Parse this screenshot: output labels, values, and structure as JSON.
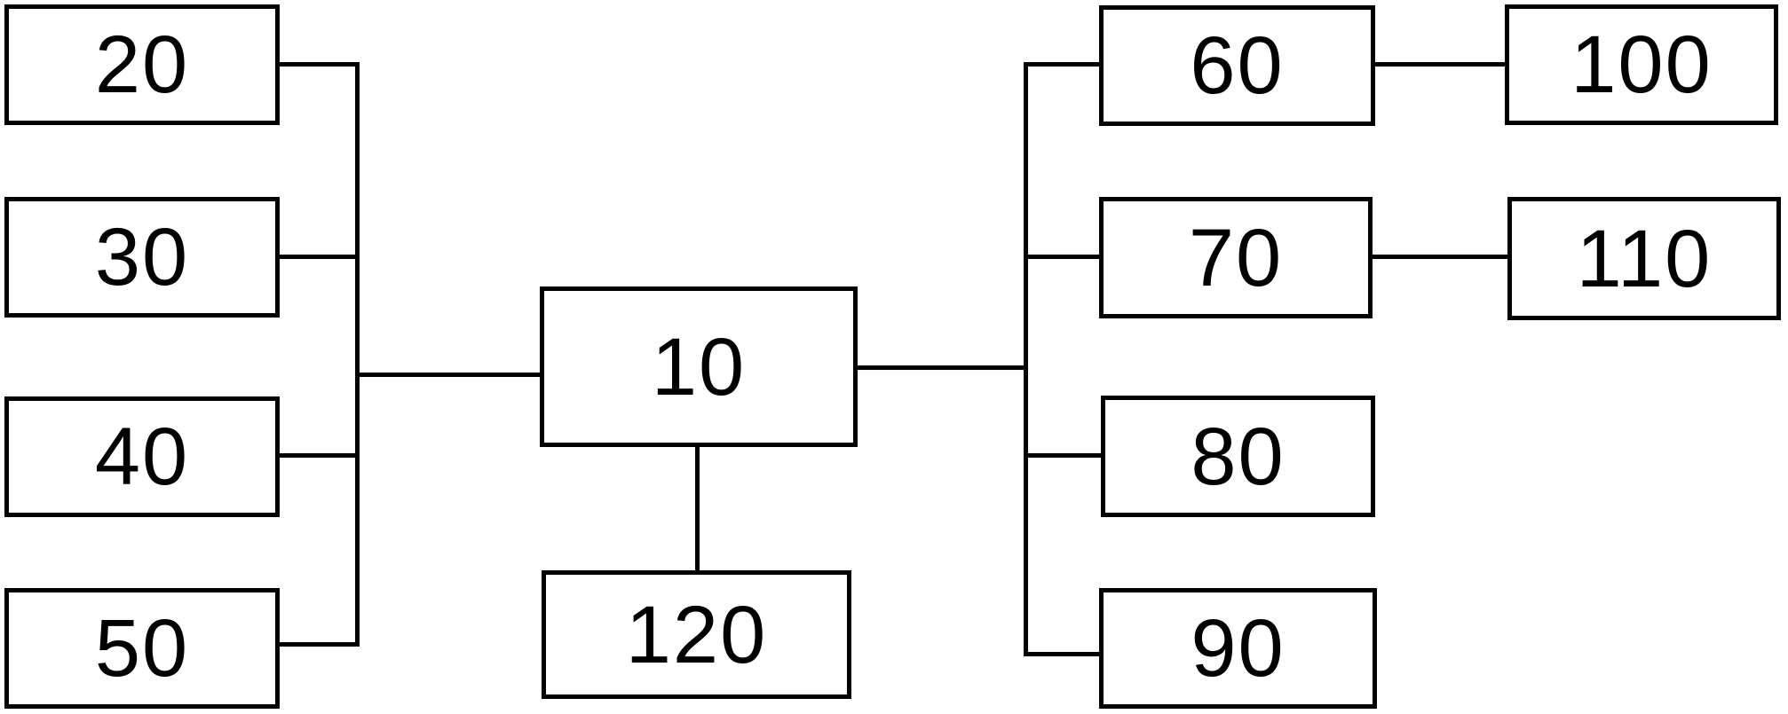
{
  "figure": {
    "type": "block-diagram",
    "background_color": "#ffffff",
    "line_color": "#000000"
  },
  "nodes": {
    "n10": {
      "label": "10"
    },
    "n20": {
      "label": "20"
    },
    "n30": {
      "label": "30"
    },
    "n40": {
      "label": "40"
    },
    "n50": {
      "label": "50"
    },
    "n60": {
      "label": "60"
    },
    "n70": {
      "label": "70"
    },
    "n80": {
      "label": "80"
    },
    "n90": {
      "label": "90"
    },
    "n100": {
      "label": "100"
    },
    "n110": {
      "label": "110"
    },
    "n120": {
      "label": "120"
    }
  },
  "connections": [
    {
      "from": "20",
      "to": "10"
    },
    {
      "from": "30",
      "to": "10"
    },
    {
      "from": "40",
      "to": "10"
    },
    {
      "from": "50",
      "to": "10"
    },
    {
      "from": "10",
      "to": "120"
    },
    {
      "from": "10",
      "to": "60"
    },
    {
      "from": "10",
      "to": "70"
    },
    {
      "from": "10",
      "to": "80"
    },
    {
      "from": "10",
      "to": "90"
    },
    {
      "from": "60",
      "to": "100"
    },
    {
      "from": "70",
      "to": "110"
    }
  ]
}
